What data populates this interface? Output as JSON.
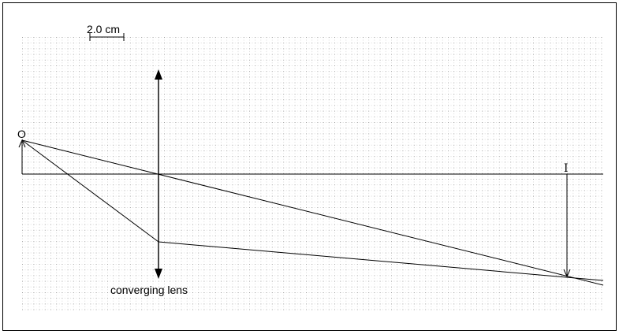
{
  "scale_bar": {
    "label": "2.0 cm"
  },
  "object": {
    "label": "O"
  },
  "image": {
    "label": "I"
  },
  "lens": {
    "label": "converging lens"
  }
}
